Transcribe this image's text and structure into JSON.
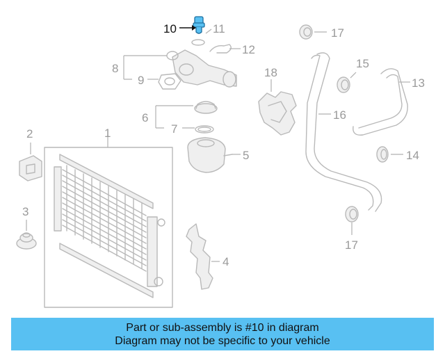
{
  "callouts": {
    "c1": "1",
    "c2": "2",
    "c3": "3",
    "c4": "4",
    "c5": "5",
    "c6": "6",
    "c7": "7",
    "c8": "8",
    "c9": "9",
    "c10": "10",
    "c11": "11",
    "c12": "12",
    "c13": "13",
    "c14": "14",
    "c15": "15",
    "c16": "16",
    "c17a": "17",
    "c17b": "17",
    "c18": "18"
  },
  "highlight": {
    "part_number": "10",
    "color": "#58c0f2"
  },
  "banner": {
    "line1": "Part or sub-assembly is #10 in diagram",
    "line2": "Diagram may not be specific to your vehicle",
    "background": "#58c0f2"
  }
}
